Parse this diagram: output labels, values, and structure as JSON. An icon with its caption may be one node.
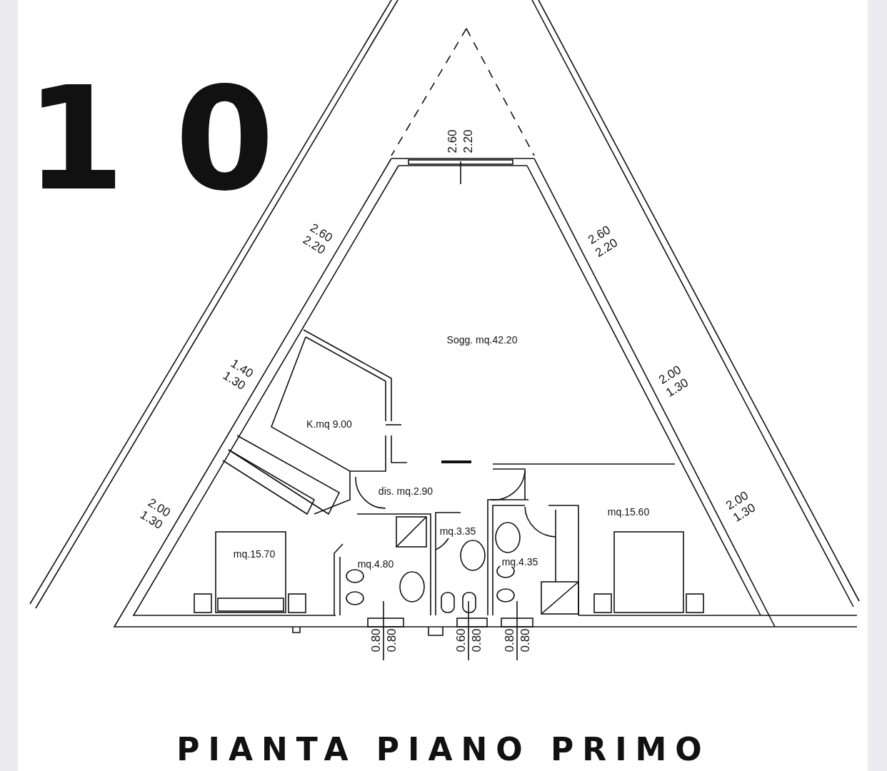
{
  "diagram": {
    "title": "PIANTA PIANO PRIMO",
    "labels": [
      "10",
      "2.60",
      "2.20",
      "2.60",
      "2.20",
      "2.60",
      "2.20",
      "Sogg. mq.42.20",
      "1.40",
      "1.30",
      "2.00",
      "1.30",
      "K.mq 9.00",
      "dis. mq.2.90",
      "2.00",
      "1.30",
      "mq.15.60",
      "2.00",
      "1.30",
      "mq.3.35",
      "mq.15.70",
      "mq.4.80",
      "mq.4.35",
      "0.80",
      "0.80",
      "0.60",
      "0.80",
      "0.80",
      "0.80"
    ]
  }
}
